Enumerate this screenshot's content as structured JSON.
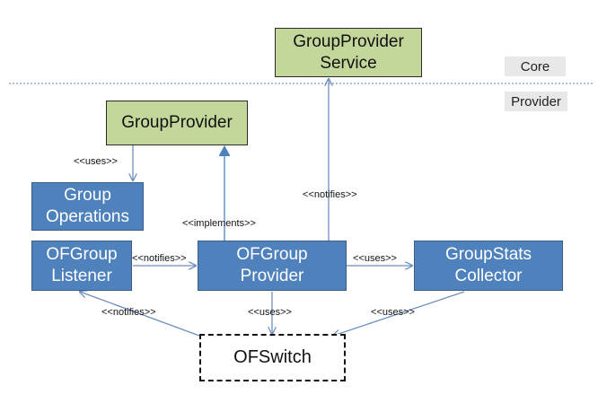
{
  "layers": {
    "core": "Core",
    "provider": "Provider"
  },
  "nodes": {
    "group_provider_service": "GroupProvider\nService",
    "group_provider": "GroupProvider",
    "group_operations": "Group\nOperations",
    "ofgroup_listener": "OFGroup\nListener",
    "ofgroup_provider": "OFGroup\nProvider",
    "groupstats_collector": "GroupStats\nCollector",
    "ofswitch": "OFSwitch"
  },
  "edge_labels": {
    "uses_group_operations": "<<uses>>",
    "notifies_service": "<<notifies>>",
    "implements": "<<implements>>",
    "notifies_listener": "<<notifies>>",
    "uses_collector": "<<uses>>",
    "notifies_switch_listener": "<<notifies>>",
    "uses_switch_provider": "<<uses>>",
    "uses_switch_collector": "<<uses>>"
  },
  "colors": {
    "interface_fill": "#c4d79b",
    "class_fill": "#4f81bd",
    "arrow": "#6f8fbf",
    "separator": "#4f81bd"
  }
}
